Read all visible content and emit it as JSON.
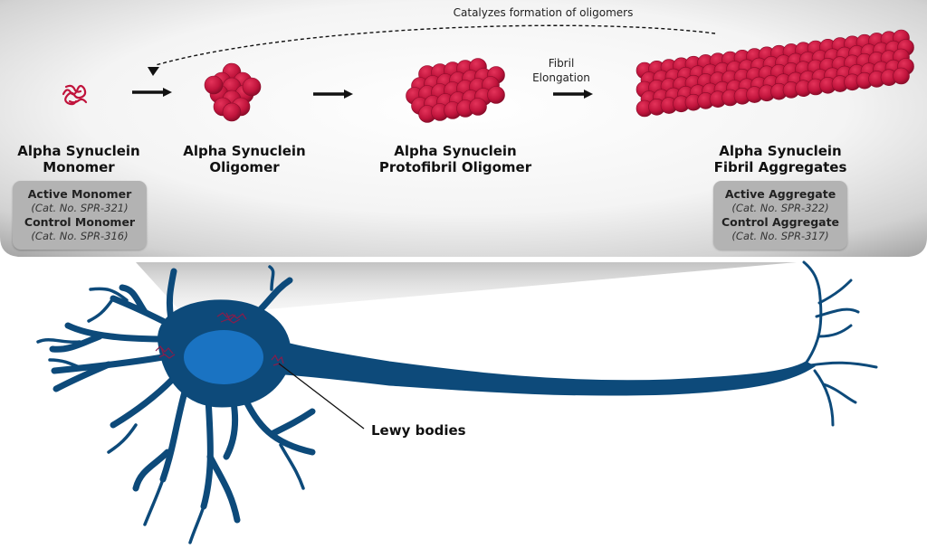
{
  "feedback_label": "Catalyzes formation of oligomers",
  "elongation_label": [
    "Fibril",
    "Elongation"
  ],
  "stages": [
    {
      "line1": "Alpha Synuclein",
      "line2": "Monomer"
    },
    {
      "line1": "Alpha Synuclein",
      "line2": "Oligomer"
    },
    {
      "line1": "Alpha Synuclein",
      "line2": "Protofibril Oligomer"
    },
    {
      "line1": "Alpha Synuclein",
      "line2": "Fibril Aggregates"
    }
  ],
  "monomer_box": {
    "item1": "Active Monomer",
    "cat1": "(Cat. No. SPR-321)",
    "item2": "Control Monomer",
    "cat2": "(Cat. No. SPR-316)"
  },
  "aggregate_box": {
    "item1": "Active Aggregate",
    "cat1": "(Cat. No. SPR-322)",
    "item2": "Control Aggregate",
    "cat2": "(Cat. No. SPR-317)"
  },
  "lewy_label": "Lewy bodies",
  "colors": {
    "protein": "#c0143c",
    "neuron": "#0d4a7a",
    "nucleus": "#1a73c2",
    "panel_light": "#ffffff",
    "panel_dark": "#a9a9a9",
    "box": "#b3b3b3"
  }
}
